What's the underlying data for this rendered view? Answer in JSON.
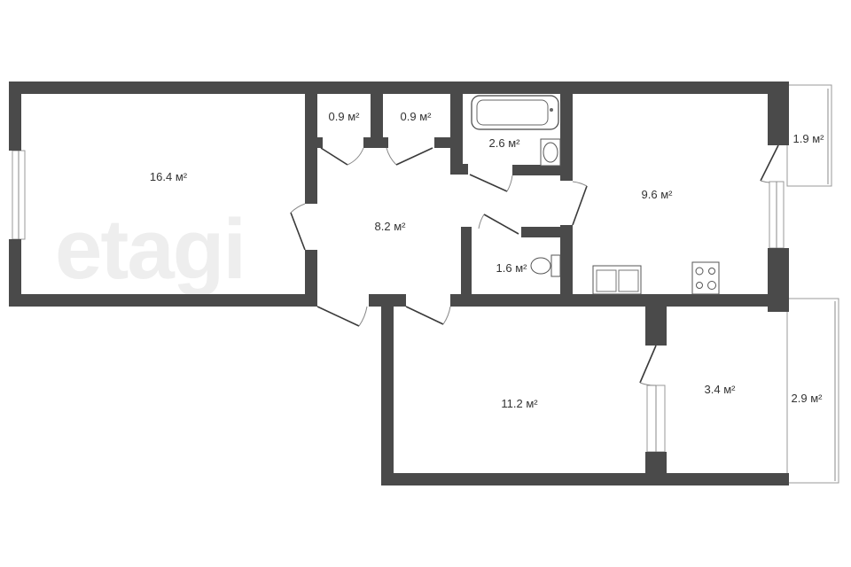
{
  "watermark": "etagi",
  "rooms": [
    {
      "id": "living-room",
      "area": "16.4 м²"
    },
    {
      "id": "closet-1",
      "area": "0.9 м²"
    },
    {
      "id": "closet-2",
      "area": "0.9 м²"
    },
    {
      "id": "bathroom",
      "area": "2.6 м²"
    },
    {
      "id": "kitchen",
      "area": "9.6 м²"
    },
    {
      "id": "balcony-1",
      "area": "1.9 м²"
    },
    {
      "id": "hallway",
      "area": "8.2 м²"
    },
    {
      "id": "toilet",
      "area": "1.6 м²"
    },
    {
      "id": "bedroom",
      "area": "11.2 м²"
    },
    {
      "id": "room-small",
      "area": "3.4 м²"
    },
    {
      "id": "balcony-2",
      "area": "2.9 м²"
    }
  ],
  "colors": {
    "wall": "#4a4a4a",
    "watermark": "#eeeeee"
  }
}
